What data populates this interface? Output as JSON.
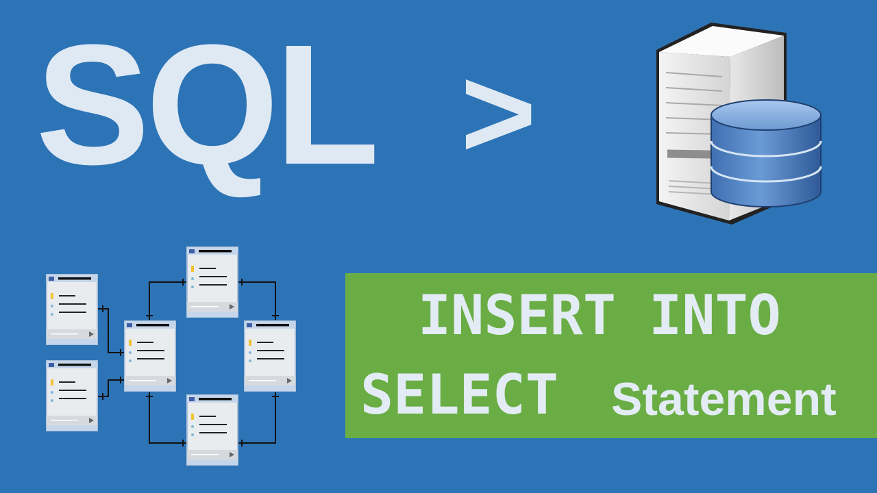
{
  "title": "SQL",
  "arrow": ">",
  "banner": {
    "line1": "INSERT INTO",
    "line2_keyword": "SELECT",
    "line2_word": "Statement"
  },
  "icons": [
    "server-icon",
    "database-icon",
    "er-diagram-icon",
    "table-card-icon",
    "key-icon"
  ],
  "colors": {
    "background": "#2d74b6",
    "banner": "#6aad45",
    "text": "#dfe9f4"
  }
}
